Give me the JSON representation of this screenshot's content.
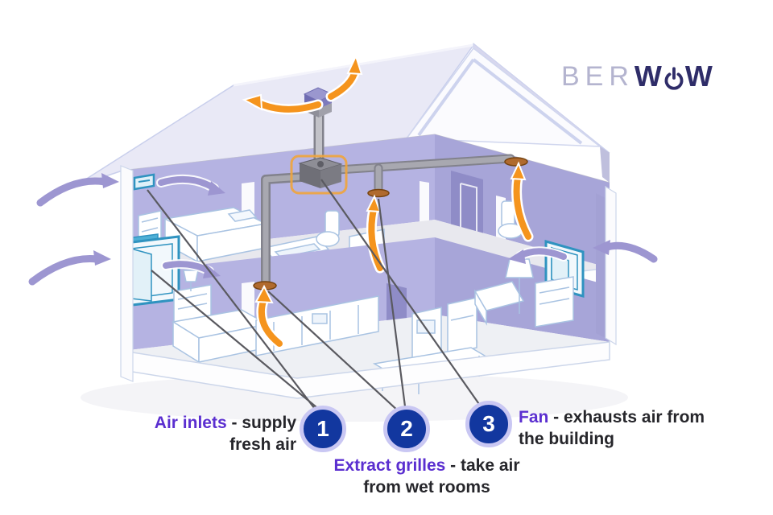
{
  "logo": {
    "prefix": "BER",
    "w1": "W",
    "w2": "W",
    "power_icon": "power-button-icon",
    "prefix_color": "#b4b4cf",
    "bold_color": "#2f2d69"
  },
  "callouts": [
    {
      "number": "1",
      "target": "air-inlets"
    },
    {
      "number": "2",
      "target": "extract-grilles"
    },
    {
      "number": "3",
      "target": "fan"
    }
  ],
  "labels": {
    "air_inlets": {
      "keyword": "Air inlets",
      "rest": " - supply",
      "line2": "fresh air"
    },
    "extract": {
      "keyword": "Extract grilles",
      "rest": " - take air",
      "line2": "from wet rooms"
    },
    "fan": {
      "keyword": "Fan",
      "rest": " - exhausts air from",
      "line2": "the building"
    }
  },
  "diagram": {
    "type": "cutaway-house-mechanical-extract-ventilation",
    "components": {
      "air_inlets": 2,
      "extract_grilles": 3,
      "fan_units": 1,
      "roof_vents": 1,
      "windows": 2,
      "storeys": 2
    },
    "airflow": {
      "incoming_arrow_color": "#9d96d1",
      "extract_arrow_color": "#f5941d",
      "incoming_arrows": [
        "outside-left-upper",
        "outside-left-lower",
        "outside-right",
        "inside-bedroom",
        "inside-ground-left",
        "inside-ground-right"
      ],
      "extract_arrows": [
        "kitchen-grille",
        "bathroom-grille",
        "toilet-grille",
        "roof-vent-left",
        "roof-vent-right"
      ]
    }
  },
  "colors": {
    "callout_blue": "#12379f",
    "callout_ring": "#c9c7f3",
    "keyword_purple": "#5b2fd0",
    "text_dark": "#26262b",
    "wall_lavender": "#aeacdc",
    "duct_gray": "#a8a8b0",
    "grille_brown": "#b06a2e",
    "inlet_teal": "#2f93c0",
    "leader_line": "#5a5a60"
  }
}
